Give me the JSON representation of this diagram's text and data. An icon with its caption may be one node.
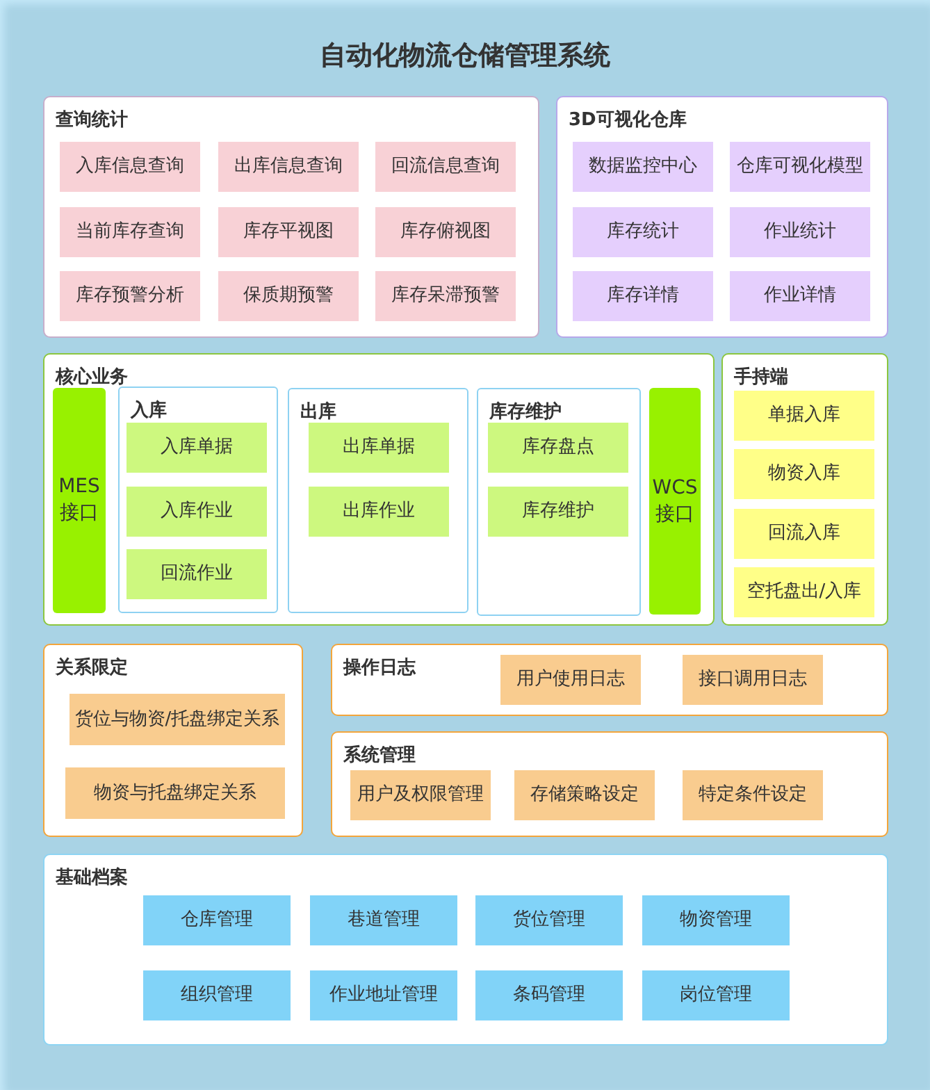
{
  "diagram": {
    "title": "自动化物流仓储管理系统",
    "nodes": [
      {
        "text": [
          "查询统计"
        ]
      },
      {
        "text": [
          "入库信息查询"
        ],
        "in": 0
      },
      {
        "text": [
          "出库信息查询"
        ],
        "in": 0
      },
      {
        "text": [
          "回流信息查询"
        ],
        "in": 0
      },
      {
        "text": [
          "当前库存查询"
        ],
        "in": 0
      },
      {
        "text": [
          "库存平视图"
        ],
        "in": 0
      },
      {
        "text": [
          "库存俯视图"
        ],
        "in": 0
      },
      {
        "text": [
          "库存预警分析"
        ],
        "in": 0
      },
      {
        "text": [
          "保质期预警"
        ],
        "in": 0
      },
      {
        "text": [
          "库存呆滞预警"
        ],
        "in": 0
      },
      {
        "text": [
          "3D可视化仓库"
        ]
      },
      {
        "text": [
          "数据监控中心"
        ],
        "in": 10
      },
      {
        "text": [
          "仓库可视化模型"
        ],
        "in": 10
      },
      {
        "text": [
          "库存统计"
        ],
        "in": 10
      },
      {
        "text": [
          "作业统计"
        ],
        "in": 10
      },
      {
        "text": [
          "库存详情"
        ],
        "in": 10
      },
      {
        "text": [
          "作业详情"
        ],
        "in": 10
      },
      {
        "text": [
          "核心业务"
        ]
      },
      {
        "text": [
          "MES接口"
        ],
        "in": 17
      },
      {
        "text": [
          "入库"
        ],
        "in": 17
      },
      {
        "text": [
          "入库单据"
        ],
        "in": 19
      },
      {
        "text": [
          "入库作业"
        ],
        "in": 19
      },
      {
        "text": [
          "回流作业"
        ],
        "in": 19
      },
      {
        "text": [
          "出库"
        ],
        "in": 17
      },
      {
        "text": [
          "出库单据"
        ],
        "in": 23
      },
      {
        "text": [
          "出库作业"
        ],
        "in": 23
      },
      {
        "text": [
          "库存维护"
        ],
        "in": 17
      },
      {
        "text": [
          "库存盘点"
        ],
        "in": 26
      },
      {
        "text": [
          "库存维护"
        ],
        "in": 26
      },
      {
        "text": [
          "WCS接口"
        ],
        "in": 17
      },
      {
        "text": [
          "手持端"
        ]
      },
      {
        "text": [
          "单据入库"
        ],
        "in": 30
      },
      {
        "text": [
          "物资入库"
        ],
        "in": 30
      },
      {
        "text": [
          "回流入库"
        ],
        "in": 30
      },
      {
        "text": [
          "空托盘出/入库"
        ],
        "in": 30
      },
      {
        "text": [
          "关系限定"
        ]
      },
      {
        "text": [
          "货位与物资/托盘绑定关系"
        ],
        "in": 35
      },
      {
        "text": [
          "物资与托盘绑定关系"
        ],
        "in": 35
      },
      {
        "text": [
          "操作日志"
        ]
      },
      {
        "text": [
          "用户使用日志"
        ],
        "in": 38
      },
      {
        "text": [
          "接口调用日志"
        ],
        "in": 38
      },
      {
        "text": [
          "系统管理"
        ]
      },
      {
        "text": [
          "用户及权限管理"
        ],
        "in": 41
      },
      {
        "text": [
          "存储策略设定"
        ],
        "in": 41
      },
      {
        "text": [
          "特定条件设定"
        ],
        "in": 41
      },
      {
        "text": [
          "基础档案"
        ]
      },
      {
        "text": [
          "仓库管理"
        ],
        "in": 45
      },
      {
        "text": [
          "巷道管理"
        ],
        "in": 45
      },
      {
        "text": [
          "货位管理"
        ],
        "in": 45
      },
      {
        "text": [
          "物资管理"
        ],
        "in": 45
      },
      {
        "text": [
          "组织管理"
        ],
        "in": 45
      },
      {
        "text": [
          "作业地址管理"
        ],
        "in": 45
      },
      {
        "text": [
          "条码管理"
        ],
        "in": 45
      },
      {
        "text": [
          "岗位管理"
        ],
        "in": 45
      }
    ]
  }
}
